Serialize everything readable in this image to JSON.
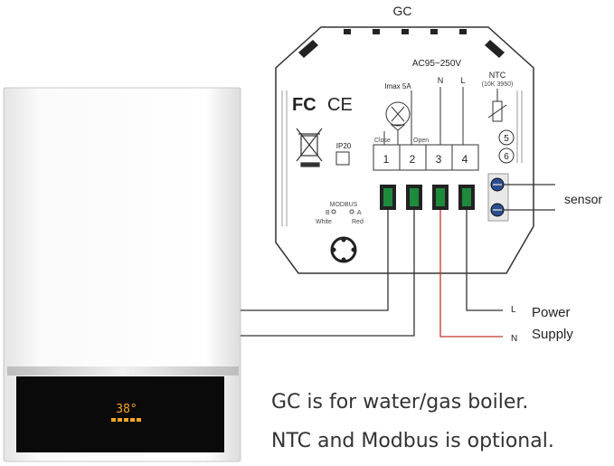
{
  "title": "GC",
  "module": {
    "voltage": "AC95~250V",
    "imax": "Imax 5A",
    "n_label": "N",
    "l_label": "L",
    "ntc": "NTC",
    "ntc_spec": "(10K 3950)",
    "valve_close": "Close",
    "valve_open": "Open",
    "ip_rating": "IP20",
    "fc_mark": "FC",
    "ce_mark": "CE",
    "terminals": [
      "1",
      "2",
      "3",
      "4"
    ],
    "ntc_terminals": [
      "5",
      "6"
    ],
    "modbus": "MODBUS",
    "modbus_b": "B",
    "modbus_a": "A",
    "modbus_white": "White",
    "modbus_red": "Red"
  },
  "labels": {
    "sensor": "sensor",
    "power_l": "L",
    "power_n": "N",
    "power": "Power",
    "supply": "Supply"
  },
  "boiler": {
    "display_temp": "38°"
  },
  "caption": {
    "line1": "GC is for water/gas boiler.",
    "line2": "NTC and Modbus is optional."
  },
  "colors": {
    "wire": "#333333",
    "wire_live": "#c0392b",
    "terminal_green": "#1e8a3c",
    "display_bg": "#0a0a0a",
    "display_digit": "#f5a623"
  }
}
